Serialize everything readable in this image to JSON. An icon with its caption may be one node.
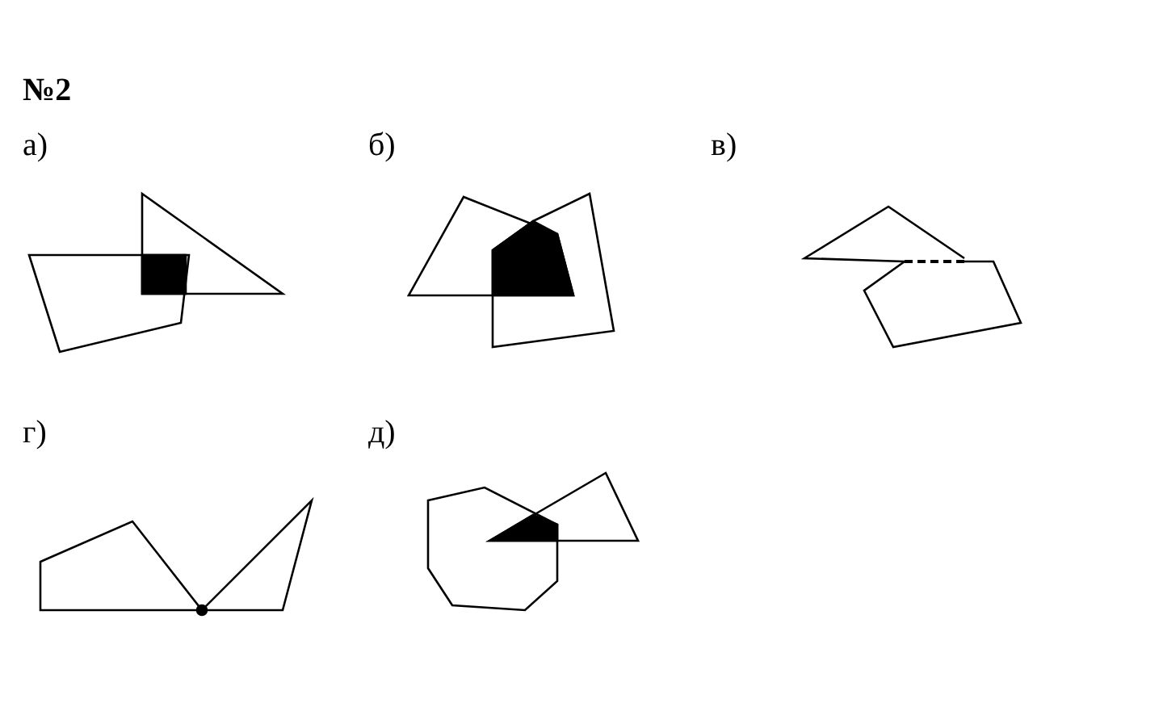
{
  "diagram": {
    "title": "№2",
    "labels": [
      "а)",
      "б)",
      "в)",
      "г)",
      "д)"
    ]
  }
}
